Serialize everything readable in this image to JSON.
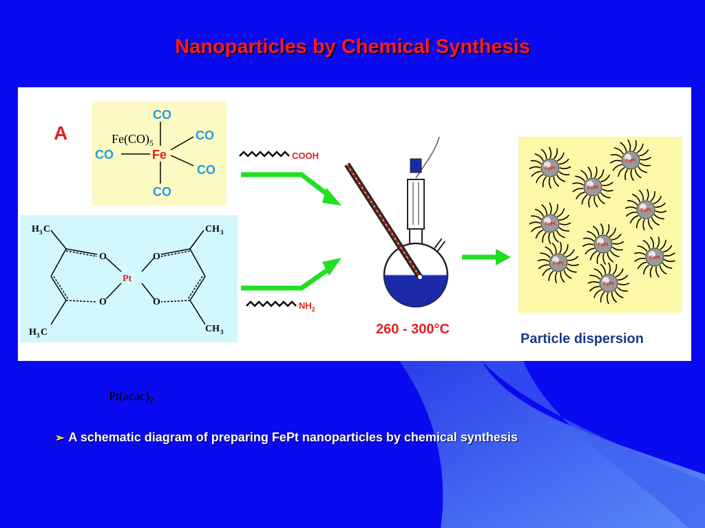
{
  "slide": {
    "title": "Nanoparticles by Chemical Synthesis",
    "caption": "A schematic diagram of preparing FePt nanoparticles by chemical synthesis",
    "bullet": "➢"
  },
  "diagram": {
    "panel_letter": "A",
    "fe_complex": {
      "center": "Fe",
      "ligand": "CO",
      "formula_base": "Fe(CO)",
      "formula_sub": "5"
    },
    "pt_complex": {
      "center": "Pt",
      "oxygen": "O",
      "methyl_h": "H",
      "methyl_c": "C",
      "methyl_ch": "CH",
      "sub_3": "3",
      "formula_base": "Pt(acac)",
      "formula_sub": "2"
    },
    "reagent_top": "COOH",
    "reagent_bottom_base": "NH",
    "reagent_bottom_sub": "2",
    "temperature": "260 - 300°C",
    "product_label": "Particle dispersion",
    "particle_label": "FePt"
  },
  "colors": {
    "background": "#0a0af0",
    "title": "#ff1a1a",
    "ligand_text": "#1f9ee0",
    "metal_text": "#e02020",
    "arrow": "#20e020",
    "liquid": "#1a2aa8",
    "product_label": "#1a3a8a"
  }
}
